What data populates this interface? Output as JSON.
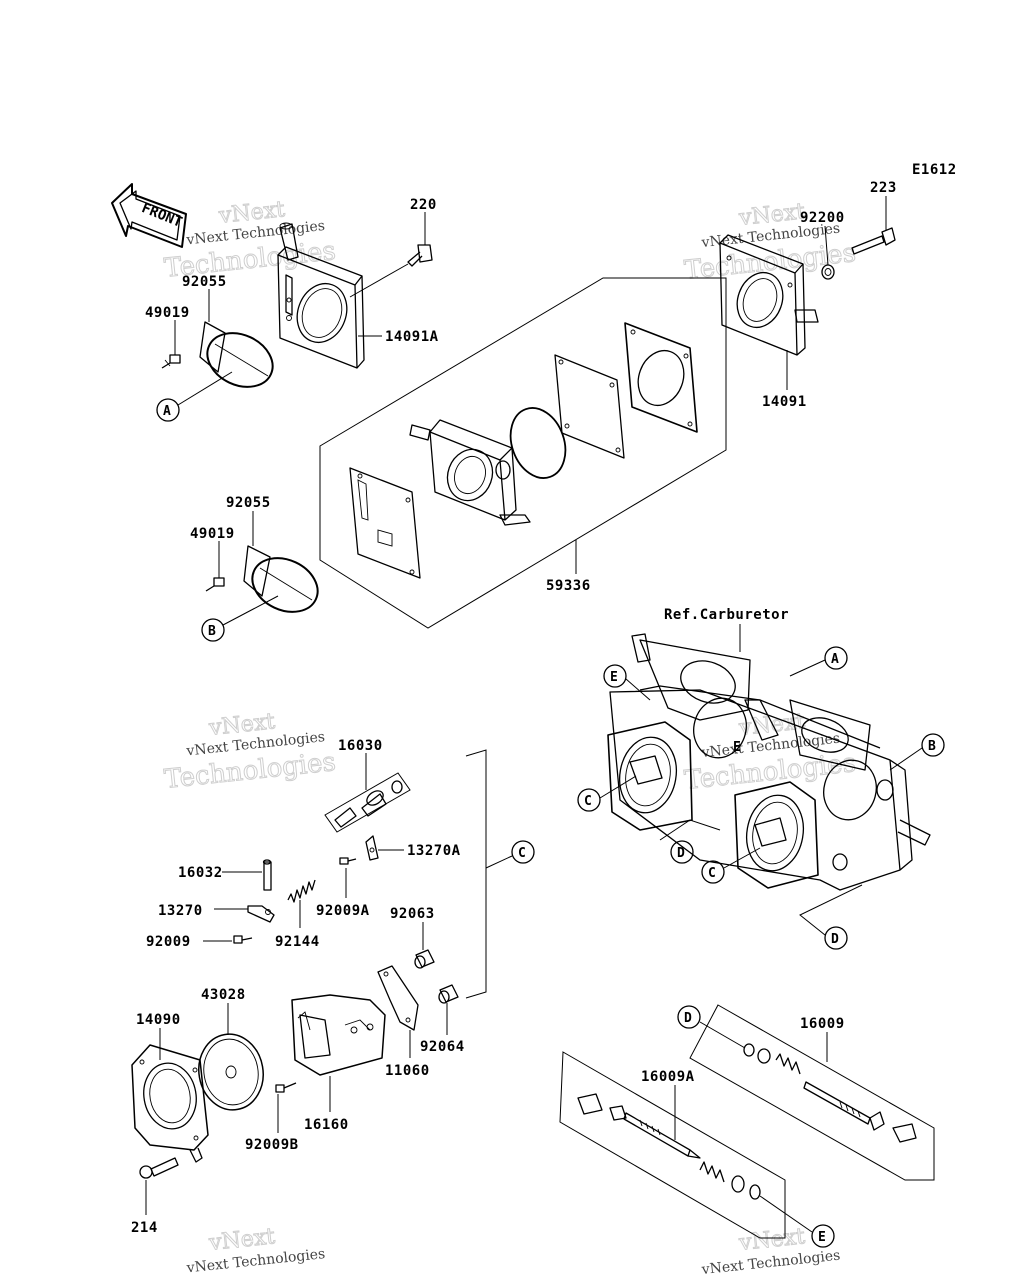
{
  "diagram_code": "E1612",
  "front_label": "FRONT",
  "reference_label": "Ref.Carburetor",
  "watermarks": [
    "vNext Technologies",
    "vNext",
    "Technologies"
  ],
  "part_numbers": {
    "p220": "220",
    "p223": "223",
    "p92200": "92200",
    "p92055_a": "92055",
    "p49019_a": "49019",
    "p14091A": "14091A",
    "p14091": "14091",
    "p92055_b": "92055",
    "p49019_b": "49019",
    "p59336": "59336",
    "p16030": "16030",
    "p13270A": "13270A",
    "p16032": "16032",
    "p13270": "13270",
    "p92009A": "92009A",
    "p92063": "92063",
    "p92009": "92009",
    "p92144": "92144",
    "p14090": "14090",
    "p43028": "43028",
    "p11060": "11060",
    "p92064": "92064",
    "p16160": "16160",
    "p92009B": "92009B",
    "p214": "214",
    "p16009": "16009",
    "p16009A": "16009A"
  },
  "callouts": {
    "a_left": "A",
    "b_left": "B",
    "a_ref": "A",
    "b_ref": "B",
    "e_ref_top": "E",
    "e_ref_mid": "E",
    "c_ref_left": "C",
    "c_ref_bottom": "C",
    "d_ref_mid": "D",
    "d_ref_bottom": "D",
    "c_group": "C",
    "d_jet": "D",
    "e_jet": "E"
  }
}
